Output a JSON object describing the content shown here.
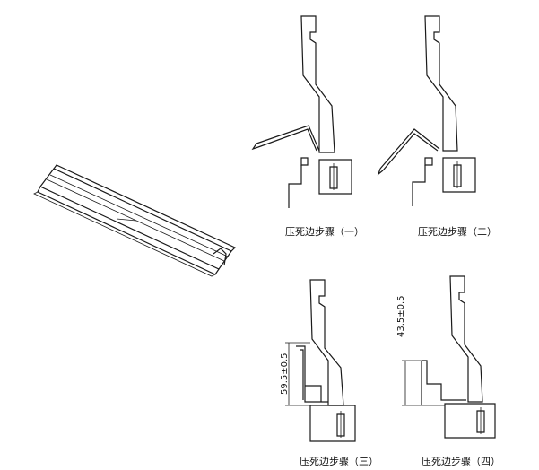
{
  "steps": [
    {
      "caption": "压死边步骤（一）"
    },
    {
      "caption": "压死边步骤（二）"
    },
    {
      "caption": "压死边步骤（三）",
      "dimension": "59.5±0.5"
    },
    {
      "caption": "压死边步骤（四）",
      "dimension": "43.5±0.5"
    }
  ]
}
